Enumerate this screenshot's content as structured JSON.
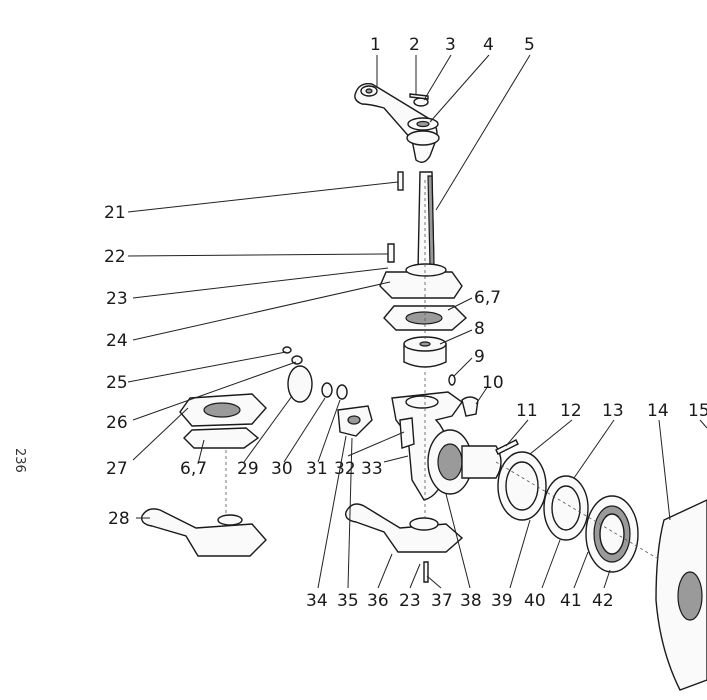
{
  "page": {
    "page_number": "236"
  },
  "callouts": {
    "c1": "1",
    "c2": "2",
    "c3": "3",
    "c4": "4",
    "c5": "5",
    "c21": "21",
    "c22": "22",
    "c23a": "23",
    "c24": "24",
    "c6_7a": "6,7",
    "c8": "8",
    "c9": "9",
    "c10": "10",
    "c25": "25",
    "c26": "26",
    "c27": "27",
    "c6_7b": "6,7",
    "c29": "29",
    "c30": "30",
    "c31": "31",
    "c32": "32",
    "c33": "33",
    "c11": "11",
    "c12": "12",
    "c13": "13",
    "c14": "14",
    "c15": "15",
    "c28": "28",
    "c34": "34",
    "c35": "35",
    "c36": "36",
    "c23b": "23",
    "c37": "37",
    "c38": "38",
    "c39": "39",
    "c40": "40",
    "c41": "41",
    "c42": "42"
  }
}
